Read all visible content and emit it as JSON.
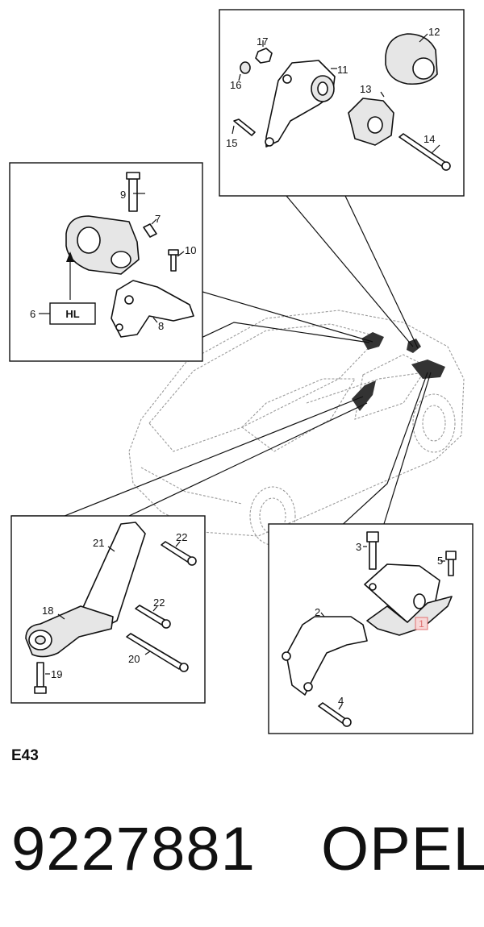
{
  "diagram": {
    "callouts": {
      "c1": "1",
      "c2": "2",
      "c3": "3",
      "c4": "4",
      "c5": "5",
      "c6": "6",
      "c7": "7",
      "c8": "8",
      "c9": "9",
      "c10": "10",
      "c11": "11",
      "c12": "12",
      "c13": "13",
      "c14": "14",
      "c15": "15",
      "c16": "16",
      "c17": "17",
      "c18": "18",
      "c19": "19",
      "c20": "20",
      "c21": "21",
      "c22a": "22",
      "c22b": "22"
    },
    "hl_label": "HL",
    "highlight_color": "#e07070"
  },
  "footer": {
    "code": "E43",
    "part_number": "9227881",
    "brand": "OPEL"
  }
}
